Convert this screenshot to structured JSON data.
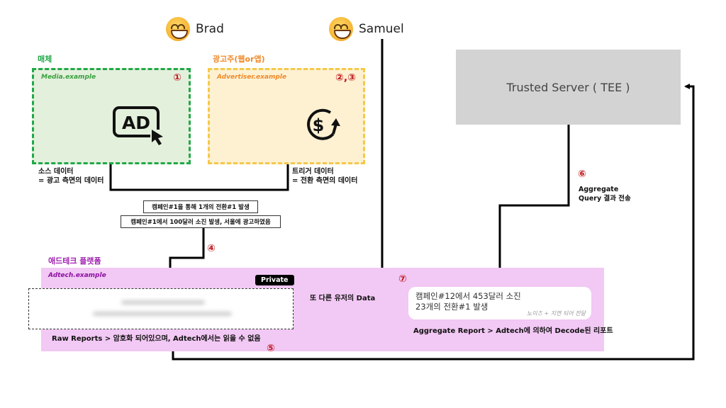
{
  "actors": {
    "brad": {
      "name": "Brad",
      "icon": "grinning-face-icon"
    },
    "samuel": {
      "name": "Samuel",
      "icon": "grinning-face-icon"
    }
  },
  "media": {
    "section_label": "매체",
    "domain": "Media.example",
    "step": "①",
    "icon": "ad-click-icon",
    "icon_text": "AD",
    "caption_line1": "소스 데이터",
    "caption_line2": "= 광고 측면의 데이터",
    "color": "#20a848",
    "fill": "#e3f0dc"
  },
  "advertiser": {
    "section_label": "광고주(웹or앱)",
    "domain": "Advertiser.example",
    "step": "②,③",
    "icon": "dollar-refresh-icon",
    "caption_line1": "트리거 데이터",
    "caption_line2": "= 전환 측면의 데이터",
    "color": "#f5c84a",
    "fill": "#fdf1d2"
  },
  "event_notes": [
    "캠페인#1을 통해 1개의 전환#1 발생",
    "캠페인#1에서 100달러 소진 발생, 서울에 광고하였음"
  ],
  "step4": "④",
  "adtech": {
    "section_label": "애드테크 플랫폼",
    "domain": "Adtech.example",
    "private_badge": "Private",
    "raw_caption": "Raw Reports > 암호화 되어있으며, Adtech에서는 읽을 수 없음",
    "step5": "⑤",
    "other_user_data": "또 다른 유저의 Data",
    "step7": "⑦",
    "aggregate_line1": "캠페인#12에서 453달러 소진",
    "aggregate_line2": "23개의 전환#1 발생",
    "aggregate_note": "노이즈 + 지연 되어 전달",
    "aggregate_caption": "Aggregate  Report > Adtech에 의하여 Decode된 리포트",
    "color": "#a020b0",
    "fill": "#f2c8f4"
  },
  "tee": {
    "title": "Trusted Server ( TEE )",
    "step6": "⑥",
    "query_line1": "Aggregate",
    "query_line2": "Query 결과 전송"
  }
}
